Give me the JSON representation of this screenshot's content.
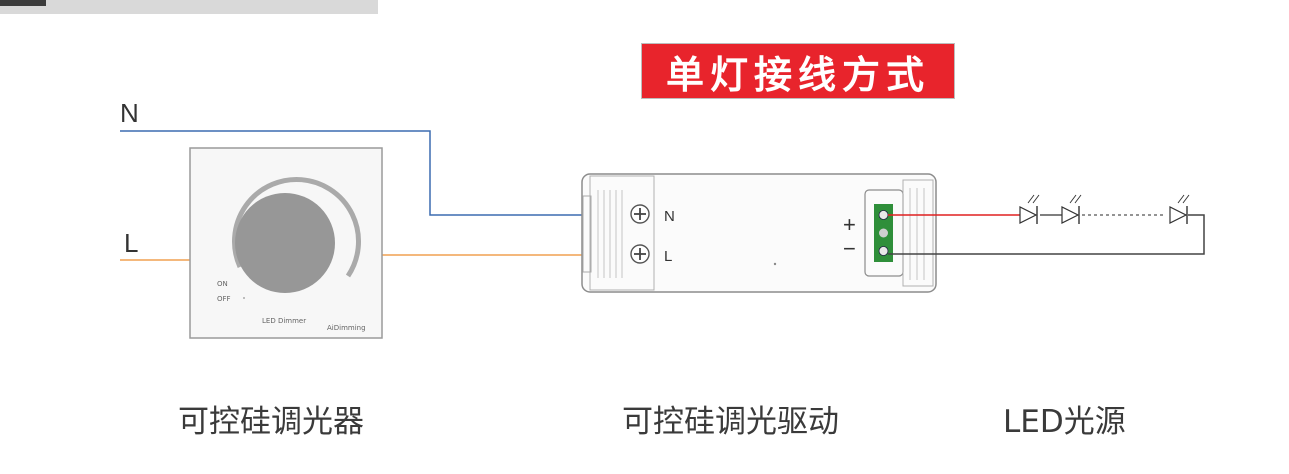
{
  "title": "单灯接线方式",
  "wires": {
    "neutral_label": "N",
    "live_label": "L"
  },
  "dimmer": {
    "on_label": "ON",
    "off_label": "OFF",
    "model_label": "LED Dimmer",
    "brand": "AiDimming"
  },
  "driver": {
    "n_label": "N",
    "l_label": "L",
    "plus_label": "+",
    "minus_label": "−"
  },
  "captions": {
    "dimmer": "可控硅调光器",
    "driver": "可控硅调光驱动",
    "led": "LED光源"
  },
  "colors": {
    "title_bg": "#e8242c",
    "neutral_wire": "#3b6cb0",
    "live_wire": "#f0a050",
    "positive_wire": "#e02020",
    "negative_wire": "#444444",
    "terminal": "#2f8f3a"
  }
}
